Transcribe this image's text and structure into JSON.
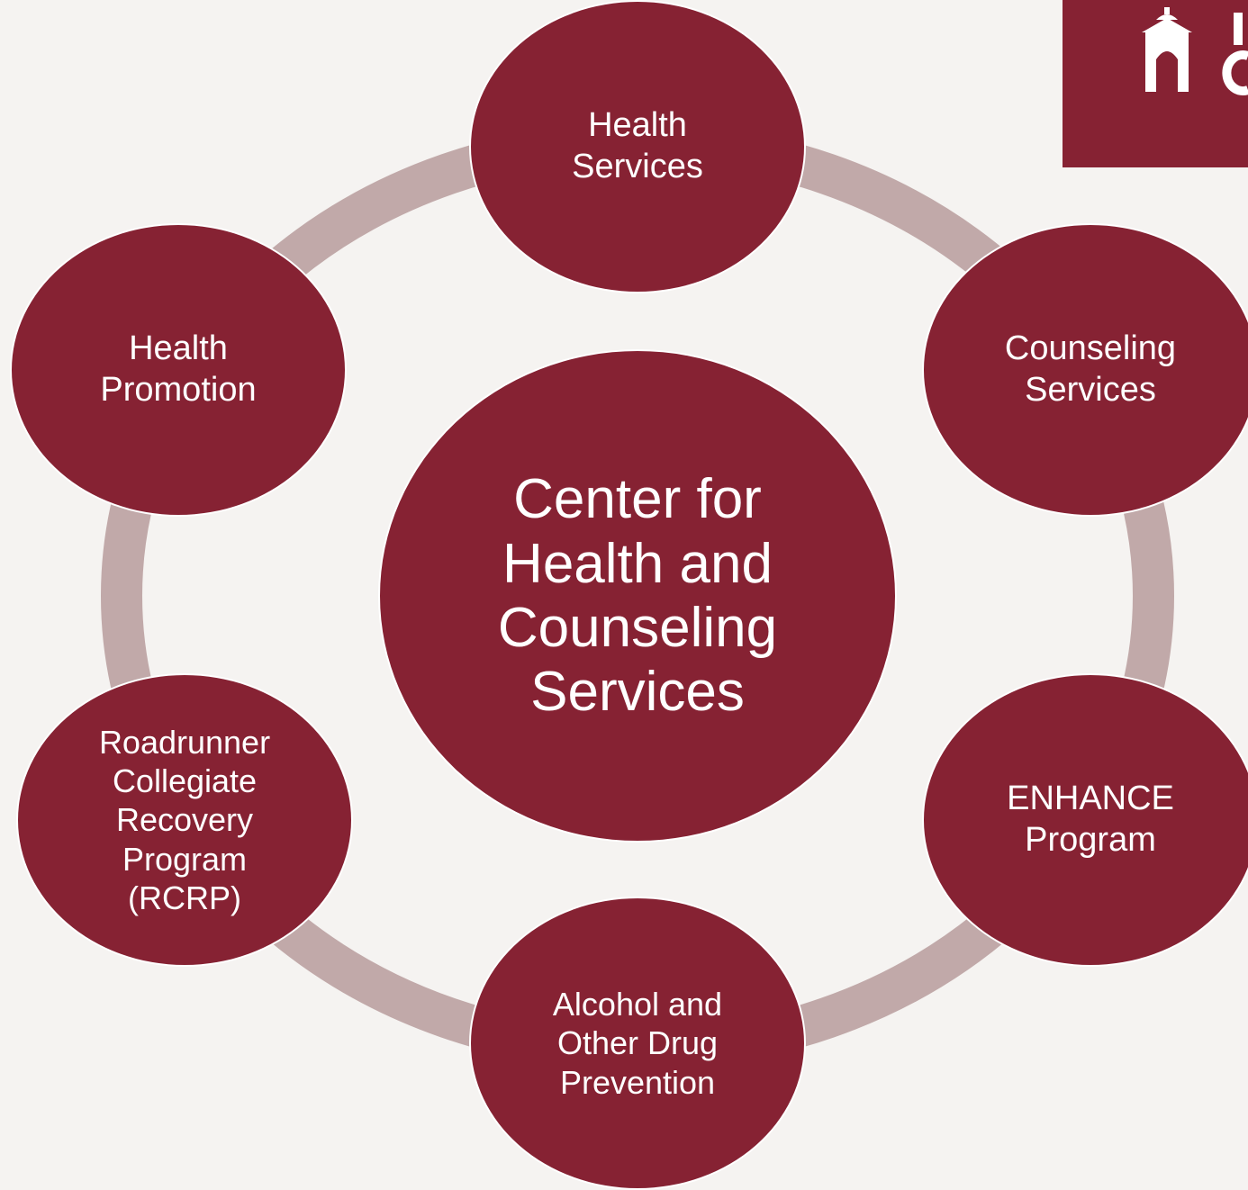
{
  "diagram": {
    "center": {
      "label": "Center for\nHealth and\nCounseling\nServices"
    },
    "nodes": [
      {
        "id": "health-services",
        "label": "Health\nServices"
      },
      {
        "id": "counseling-services",
        "label": "Counseling\nServices"
      },
      {
        "id": "enhance-program",
        "label": "ENHANCE\nProgram"
      },
      {
        "id": "aod-prevention",
        "label": "Alcohol and\nOther Drug\nPrevention"
      },
      {
        "id": "rcrp",
        "label": "Roadrunner\nCollegiate\nRecovery\nProgram\n(RCRP)"
      },
      {
        "id": "health-promotion",
        "label": "Health\nPromotion"
      }
    ]
  },
  "colors": {
    "node_fill": "#862233",
    "ring": "#c1a9a9",
    "background": "#f5f3f1",
    "text": "#ffffff"
  },
  "logo": {
    "icon": "building-arch-icon"
  }
}
